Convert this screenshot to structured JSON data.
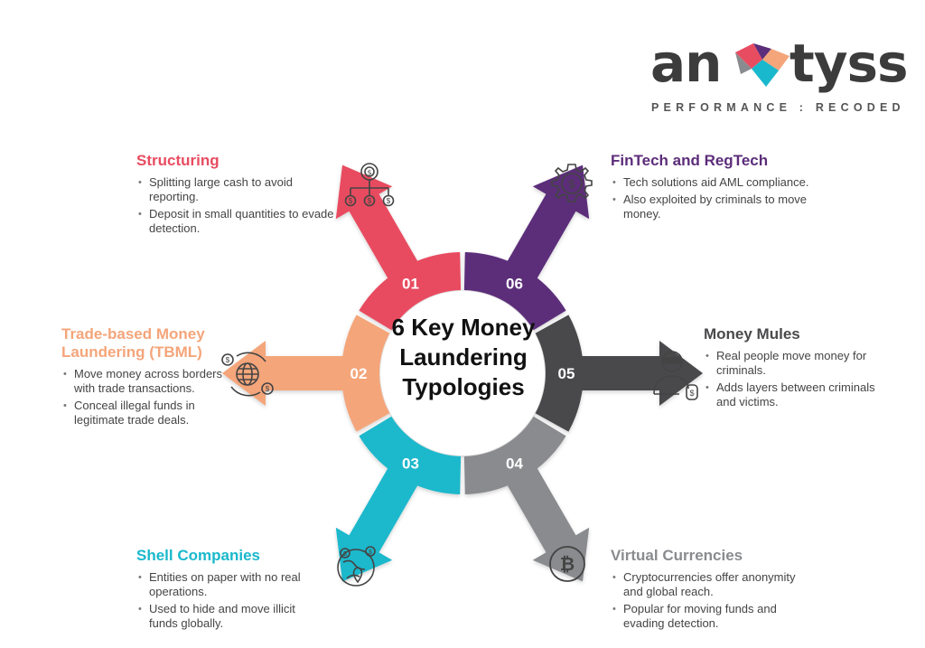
{
  "logo": {
    "text_left": "an",
    "text_right": "tyss",
    "tagline": "PERFORMANCE : RECODED"
  },
  "center_title": "6 Key Money Laundering Typologies",
  "colors": {
    "structuring": "#e84c61",
    "tbml": "#f4a57a",
    "shell": "#1ab8cc",
    "virtual": "#8a8b8e",
    "mules": "#4a4a4c",
    "fintech": "#5c2d7a"
  },
  "segments": [
    {
      "number": "01",
      "title": "Structuring",
      "color_key": "structuring",
      "icon": "money-flow-icon",
      "points": [
        "Splitting large cash to avoid reporting.",
        "Deposit in small quantities to evade detection."
      ]
    },
    {
      "number": "02",
      "title": "Trade-based Money Laundering (TBML)",
      "color_key": "tbml",
      "icon": "globe-exchange-icon",
      "points": [
        "Move money across borders with trade transactions.",
        "Conceal illegal funds in legitimate trade deals."
      ]
    },
    {
      "number": "03",
      "title": "Shell Companies",
      "color_key": "shell",
      "icon": "global-location-icon",
      "points": [
        "Entities on paper with no real operations.",
        "Used to hide and move illicit funds globally."
      ]
    },
    {
      "number": "04",
      "title": "Virtual Currencies",
      "color_key": "virtual",
      "icon": "bitcoin-icon",
      "points": [
        "Cryptocurrencies offer anonymity and global reach.",
        "Popular for moving funds and evading detection."
      ]
    },
    {
      "number": "05",
      "title": "Money Mules",
      "color_key": "mules",
      "icon": "masked-person-icon",
      "points": [
        "Real people move money for criminals.",
        "Adds layers between criminals and victims."
      ]
    },
    {
      "number": "06",
      "title": "FinTech and RegTech",
      "color_key": "fintech",
      "icon": "dollar-gear-icon",
      "points": [
        "Tech solutions aid AML compliance.",
        "Also exploited by criminals to move money."
      ]
    }
  ]
}
